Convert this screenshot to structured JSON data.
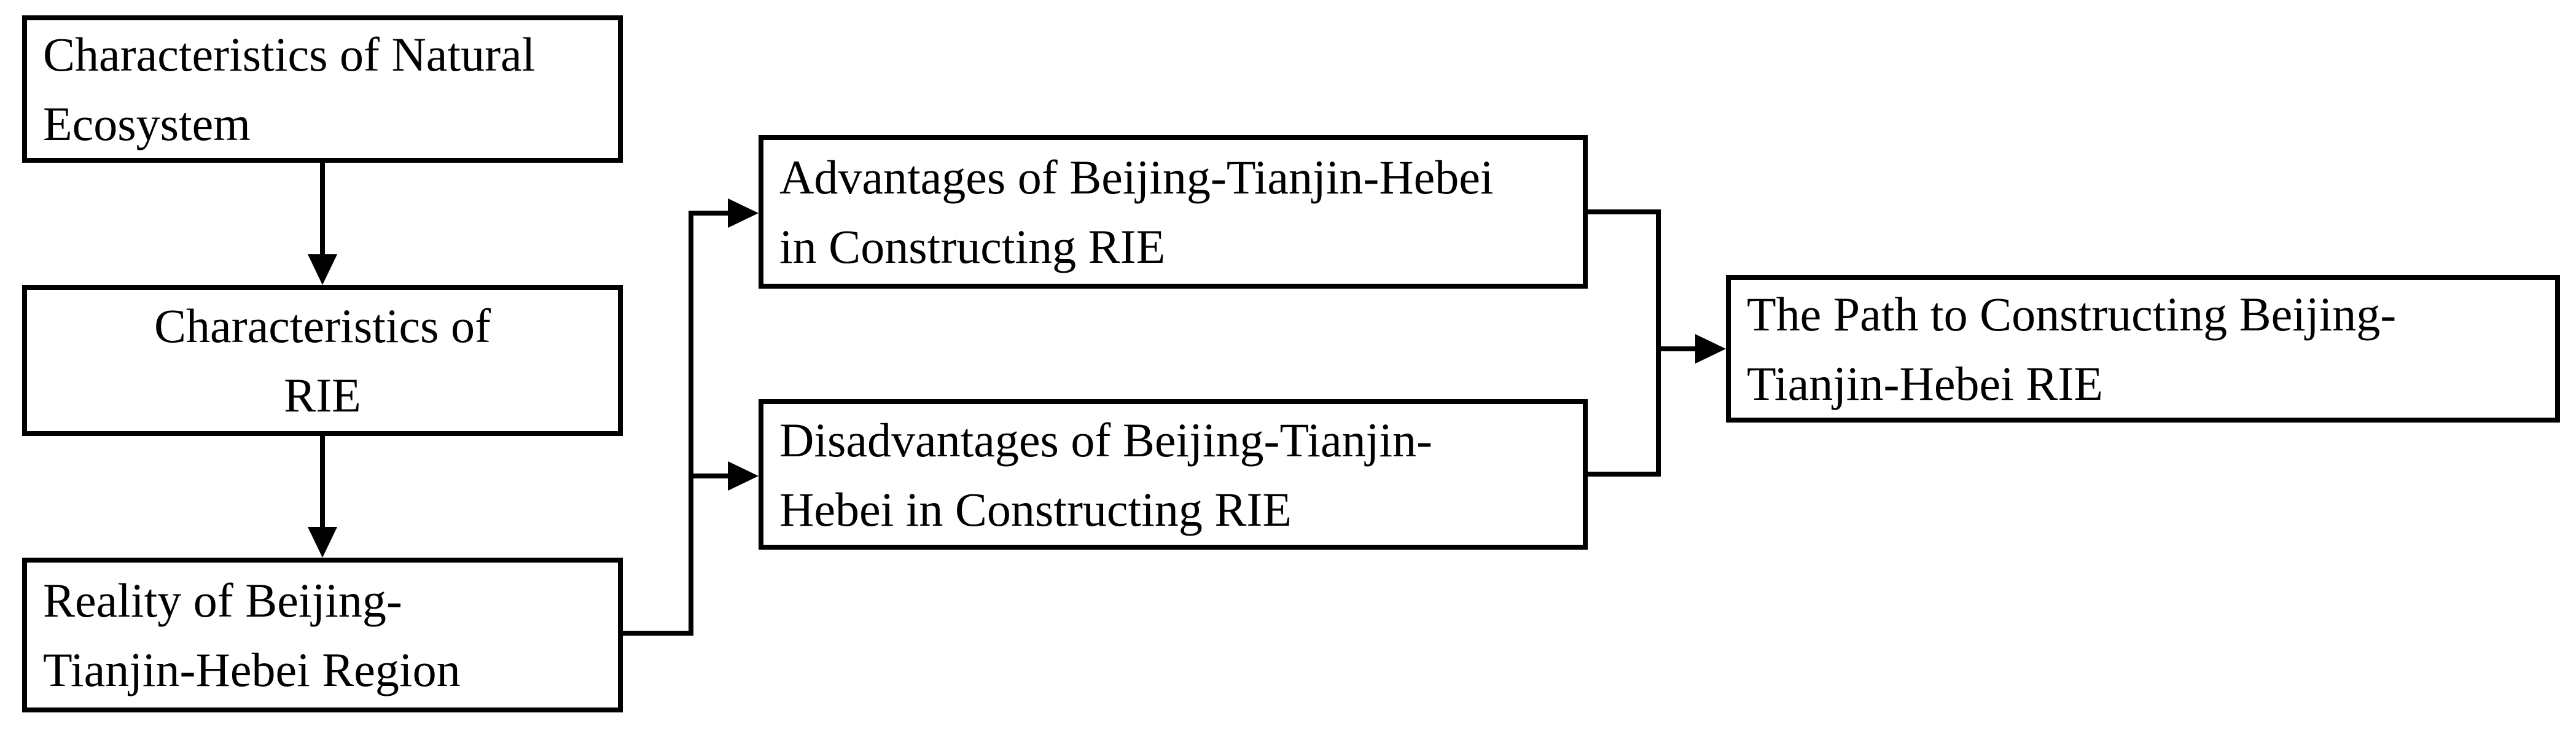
{
  "diagram": {
    "title": "Flowchart of constructing Beijing-Tianjin-Hebei RIE",
    "background_color": "#ffffff",
    "line_color": "#000000",
    "text_color": "#000000",
    "nodes": [
      {
        "id": "natural",
        "label": "Characteristics of Natural\nEcosystem",
        "align": "left"
      },
      {
        "id": "rie",
        "label": "Characteristics of\nRIE",
        "align": "center"
      },
      {
        "id": "reality",
        "label": "Reality of Beijing-\nTianjin-Hebei Region",
        "align": "left"
      },
      {
        "id": "advantages",
        "label": "Advantages of Beijing-Tianjin-Hebei\nin Constructing RIE",
        "align": "left"
      },
      {
        "id": "disadvantages",
        "label": "Disadvantages of Beijing-Tianjin-\nHebei in Constructing RIE",
        "align": "left"
      },
      {
        "id": "path",
        "label": "The Path to Constructing Beijing-\nTianjin-Hebei RIE",
        "align": "left"
      }
    ],
    "edges": [
      {
        "from": "natural",
        "to": "rie",
        "style": "arrow-down"
      },
      {
        "from": "rie",
        "to": "reality",
        "style": "arrow-down"
      },
      {
        "from": "reality",
        "to": "advantages",
        "style": "elbow-arrow"
      },
      {
        "from": "reality",
        "to": "disadvantages",
        "style": "elbow-arrow"
      },
      {
        "from": "advantages",
        "to": "path",
        "style": "elbow-arrow"
      },
      {
        "from": "disadvantages",
        "to": "path",
        "style": "elbow-arrow"
      }
    ]
  }
}
